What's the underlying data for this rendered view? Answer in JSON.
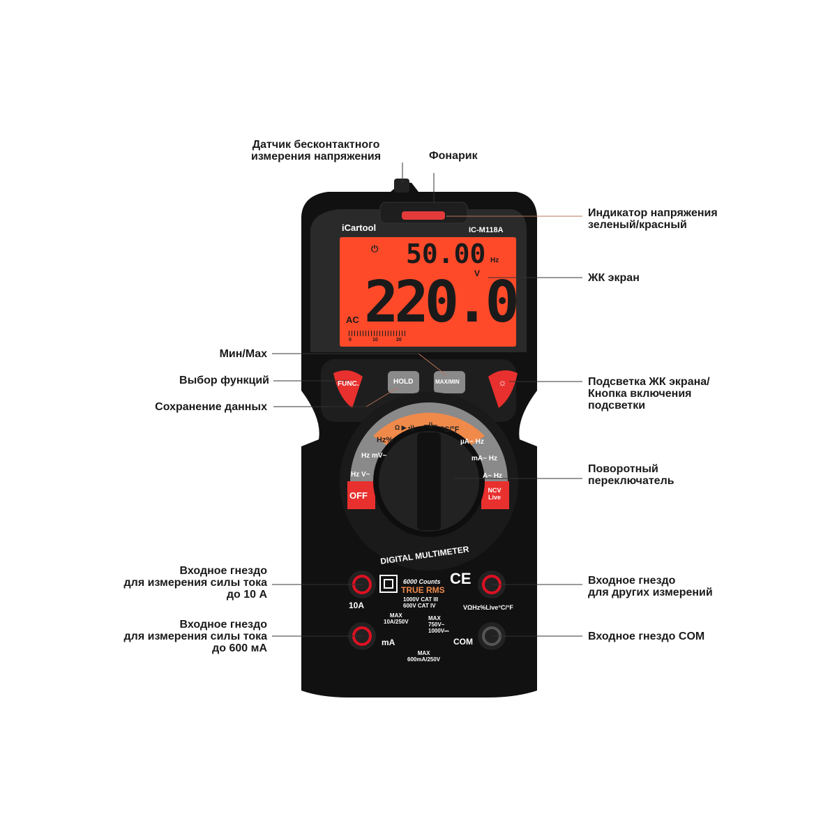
{
  "labels": {
    "ncv_sensor": [
      "Датчик бесконтактного",
      "измерения напряжения"
    ],
    "flashlight": "Фонарик",
    "voltage_indicator": [
      "Индикатор напряжения",
      "зеленый/красный"
    ],
    "lcd": "ЖК экран",
    "minmax": "Мин/Max",
    "func_select": "Выбор функций",
    "data_hold": "Сохранение данных",
    "backlight": [
      "Подсветка ЖК экрана/",
      "Кнопка включения",
      "подсветки"
    ],
    "rotary": [
      "Поворотный",
      "переключатель"
    ],
    "jack_10a": [
      "Входное гнездо",
      "для измерения  силы тока",
      "до 10 А"
    ],
    "jack_ma": [
      "Входное гнездо",
      "для измерения силы тока",
      "до 600 мА"
    ],
    "jack_other": [
      "Входное гнездо",
      "для других измерений"
    ],
    "jack_com": "Входное гнездо COM"
  },
  "device": {
    "brand": "iCartool",
    "model": "IC-M118A",
    "display": {
      "secondary": "50.00",
      "secondary_unit": "Hz",
      "unit": "V",
      "primary": "220.0",
      "mode": "AC",
      "bar_ticks": [
        "0",
        "10",
        "20"
      ]
    },
    "buttons": {
      "func": "FUNC.",
      "hold": "HOLD",
      "maxmin": "MAX/MIN"
    },
    "dial": {
      "positions": [
        "OFF",
        "Hz V~",
        "Hz mV~",
        "Hz%",
        "Ω ▶ •))",
        "⊣⊢",
        "°C/°F",
        "µA~ Hz",
        "mA~ Hz",
        "A~ Hz",
        "NCV Live"
      ]
    },
    "dial_caption": "DIGITAL MULTIMETER",
    "panel": {
      "counts": "6000 Counts",
      "true_rms": "TRUE RMS",
      "cat1": "1000V CAT III",
      "cat2": "600V CAT IV",
      "jack_10a": "10A",
      "jack_ma": "mA",
      "jack_com": "COM",
      "fuse_10a": [
        "MAX",
        "10A/250V"
      ],
      "max_v": [
        "MAX",
        "750V~",
        "1000V⎓"
      ],
      "fuse_ma": [
        "MAX",
        "600mA/250V"
      ],
      "v_funcs": "VΩHz%Live°C/°F",
      "ce": "CE"
    }
  },
  "colors": {
    "body": "#1c1c1c",
    "lcd": "#ff4a2a",
    "accent": "#e8302e",
    "orange": "#f08a4b"
  }
}
